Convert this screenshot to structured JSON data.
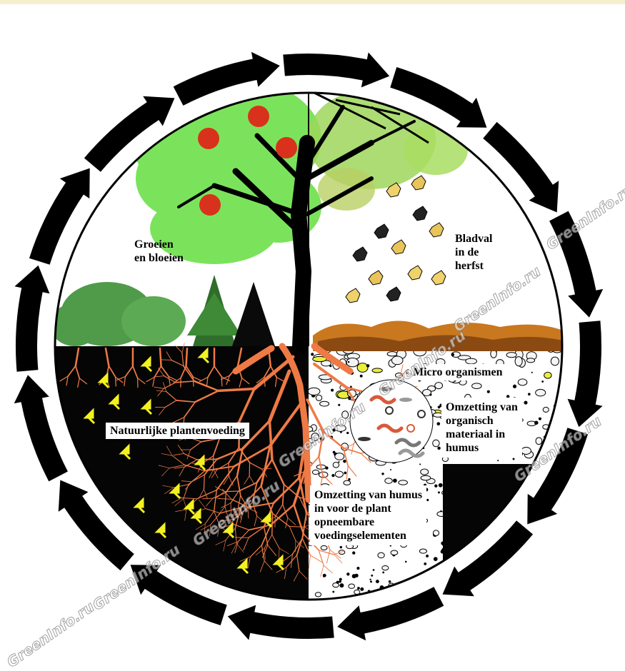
{
  "labels": {
    "grow": "Groeien\nen bloeien",
    "leaf_fall": "Bladval\nin de\nherfst",
    "micro": "Micro organismen",
    "conversion_organic": "Omzetting van\norganisch\nmateriaal in\nhumus",
    "natural_feeding": "Natuurlijke plantenvoeding",
    "conversion_humus": "Omzetting van humus\nin voor de plant\nopneembare\nvoedingselementen"
  },
  "watermark": "GreenInfo.ru",
  "colors": {
    "foliage_green": "#7be35b",
    "autumn_green": "#9ed65a",
    "apple_red": "#d8321c",
    "root_orange": "#ef7a45",
    "soil_black": "#050505",
    "arrow_yellow": "#f3f21e",
    "arrow_black": "#000000"
  },
  "icons": [
    "clockwise-arrow-icon",
    "apple-icon",
    "leaf-icon",
    "conifer-icon",
    "nutrient-arrow-icon",
    "microorganism-icon"
  ]
}
